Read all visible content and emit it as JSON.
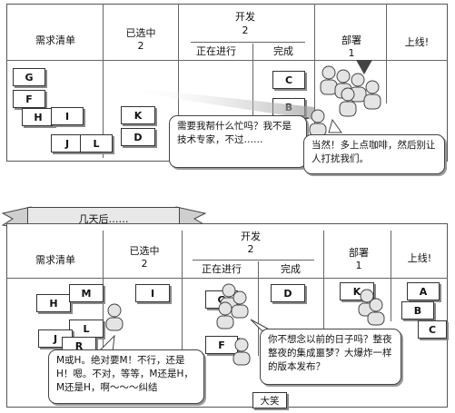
{
  "top_panel": {
    "headers": {
      "backlog": "需求清单",
      "selected": "已选中",
      "selected_count": "2",
      "dev": "开发",
      "dev_count": "2",
      "in_progress": "正在进行",
      "done": "完成",
      "deploy": "部署",
      "deploy_count": "1",
      "live": "上线!"
    },
    "cards": {
      "backlog": [
        "G",
        "F",
        "H",
        "I",
        "J",
        "L"
      ],
      "selected": [
        "K",
        "D"
      ],
      "done": [
        "C",
        "B"
      ]
    },
    "bubble_left": "需要我帮什么忙吗？我不是技术专家，不过……",
    "bubble_right": "当然！多上点咖啡，然后别让人打扰我们。"
  },
  "banner": "几天后……",
  "bottom_panel": {
    "headers": {
      "backlog": "需求清单",
      "selected": "已选中",
      "selected_count": "2",
      "dev": "开发",
      "dev_count": "2",
      "in_progress": "正在进行",
      "done": "完成",
      "deploy": "部署",
      "deploy_count": "1",
      "live": "上线!"
    },
    "cards": {
      "backlog": [
        "H",
        "M",
        "L",
        "J",
        "R"
      ],
      "selected": [
        "I"
      ],
      "in_progress": [
        "G",
        "F"
      ],
      "done": [
        "D"
      ],
      "deploy": [
        "K"
      ],
      "live": [
        "A",
        "B",
        "C"
      ]
    },
    "bubble_left": "M或H。绝对要M！不行，还是H！嗯。不对，等等，M还是H，M还是H，啊～～～纠结",
    "bubble_right": "你不想念以前的日子吗？整夜整夜的集成噩梦？大爆炸一样的版本发布？",
    "tag": "大笑"
  }
}
